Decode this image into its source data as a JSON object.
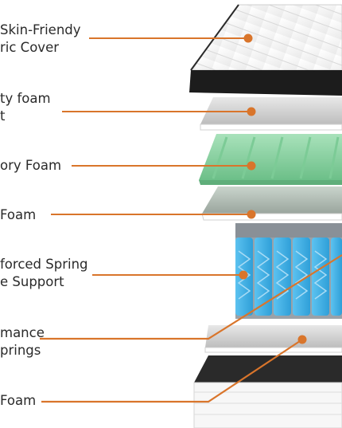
{
  "colors": {
    "accent": "#d9752b",
    "gel_green": "#8fd4a6",
    "spring_blue": "#49b4e8",
    "spring_gray": "#8a8f96",
    "cover_black": "#1c1c1c",
    "foam_gray": "#d6d6d6"
  },
  "labels": [
    {
      "id": "cover",
      "lines": [
        "Skin-Friendy",
        "ric Cover"
      ]
    },
    {
      "id": "comfort-foam",
      "lines": [
        "ty foam",
        "t"
      ]
    },
    {
      "id": "memory-foam",
      "lines": [
        "ory Foam"
      ]
    },
    {
      "id": "support-foam",
      "lines": [
        "Foam"
      ]
    },
    {
      "id": "springs",
      "lines": [
        "forced Spring",
        "e Support"
      ]
    },
    {
      "id": "performance",
      "lines": [
        "mance",
        "prings"
      ]
    },
    {
      "id": "base-foam",
      "lines": [
        "Foam"
      ]
    }
  ]
}
